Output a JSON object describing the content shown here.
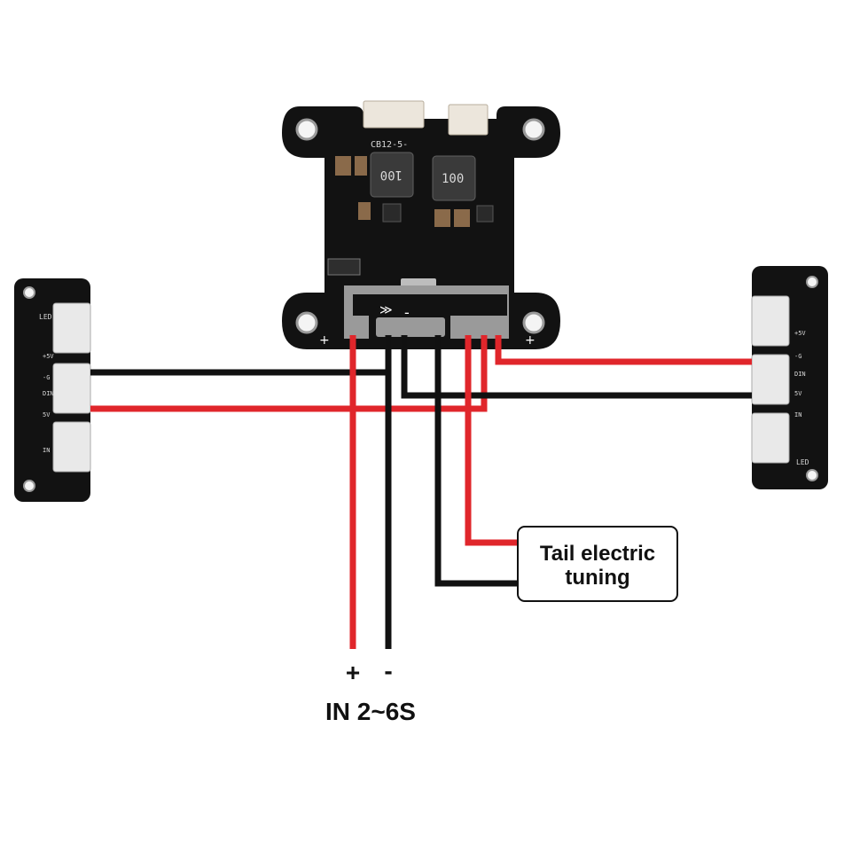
{
  "main_board": {
    "silkscreen": "CB12-5-",
    "inductor_left": "100",
    "inductor_right": "100",
    "pad_plus_left": "+",
    "pad_plus_right": "+",
    "pad_minus": "-",
    "arrow_mark": "≫"
  },
  "led_board_left": {
    "led_text": "LED",
    "labels": [
      "+5V",
      "-G",
      "DIN",
      "5V",
      "IN"
    ]
  },
  "led_board_right": {
    "led_text": "LED",
    "labels": [
      "+5V",
      "-G",
      "DIN",
      "5V",
      "IN"
    ]
  },
  "callout": {
    "line1": "Tail electric",
    "line2": "tuning"
  },
  "input": {
    "plus": "+",
    "minus": "-",
    "label": "IN 2~6S"
  },
  "colors": {
    "wire_red": "#e0262b",
    "wire_black": "#111111",
    "board": "#121212",
    "pad": "#9a9a9a",
    "connector": "#e9e9e9"
  }
}
